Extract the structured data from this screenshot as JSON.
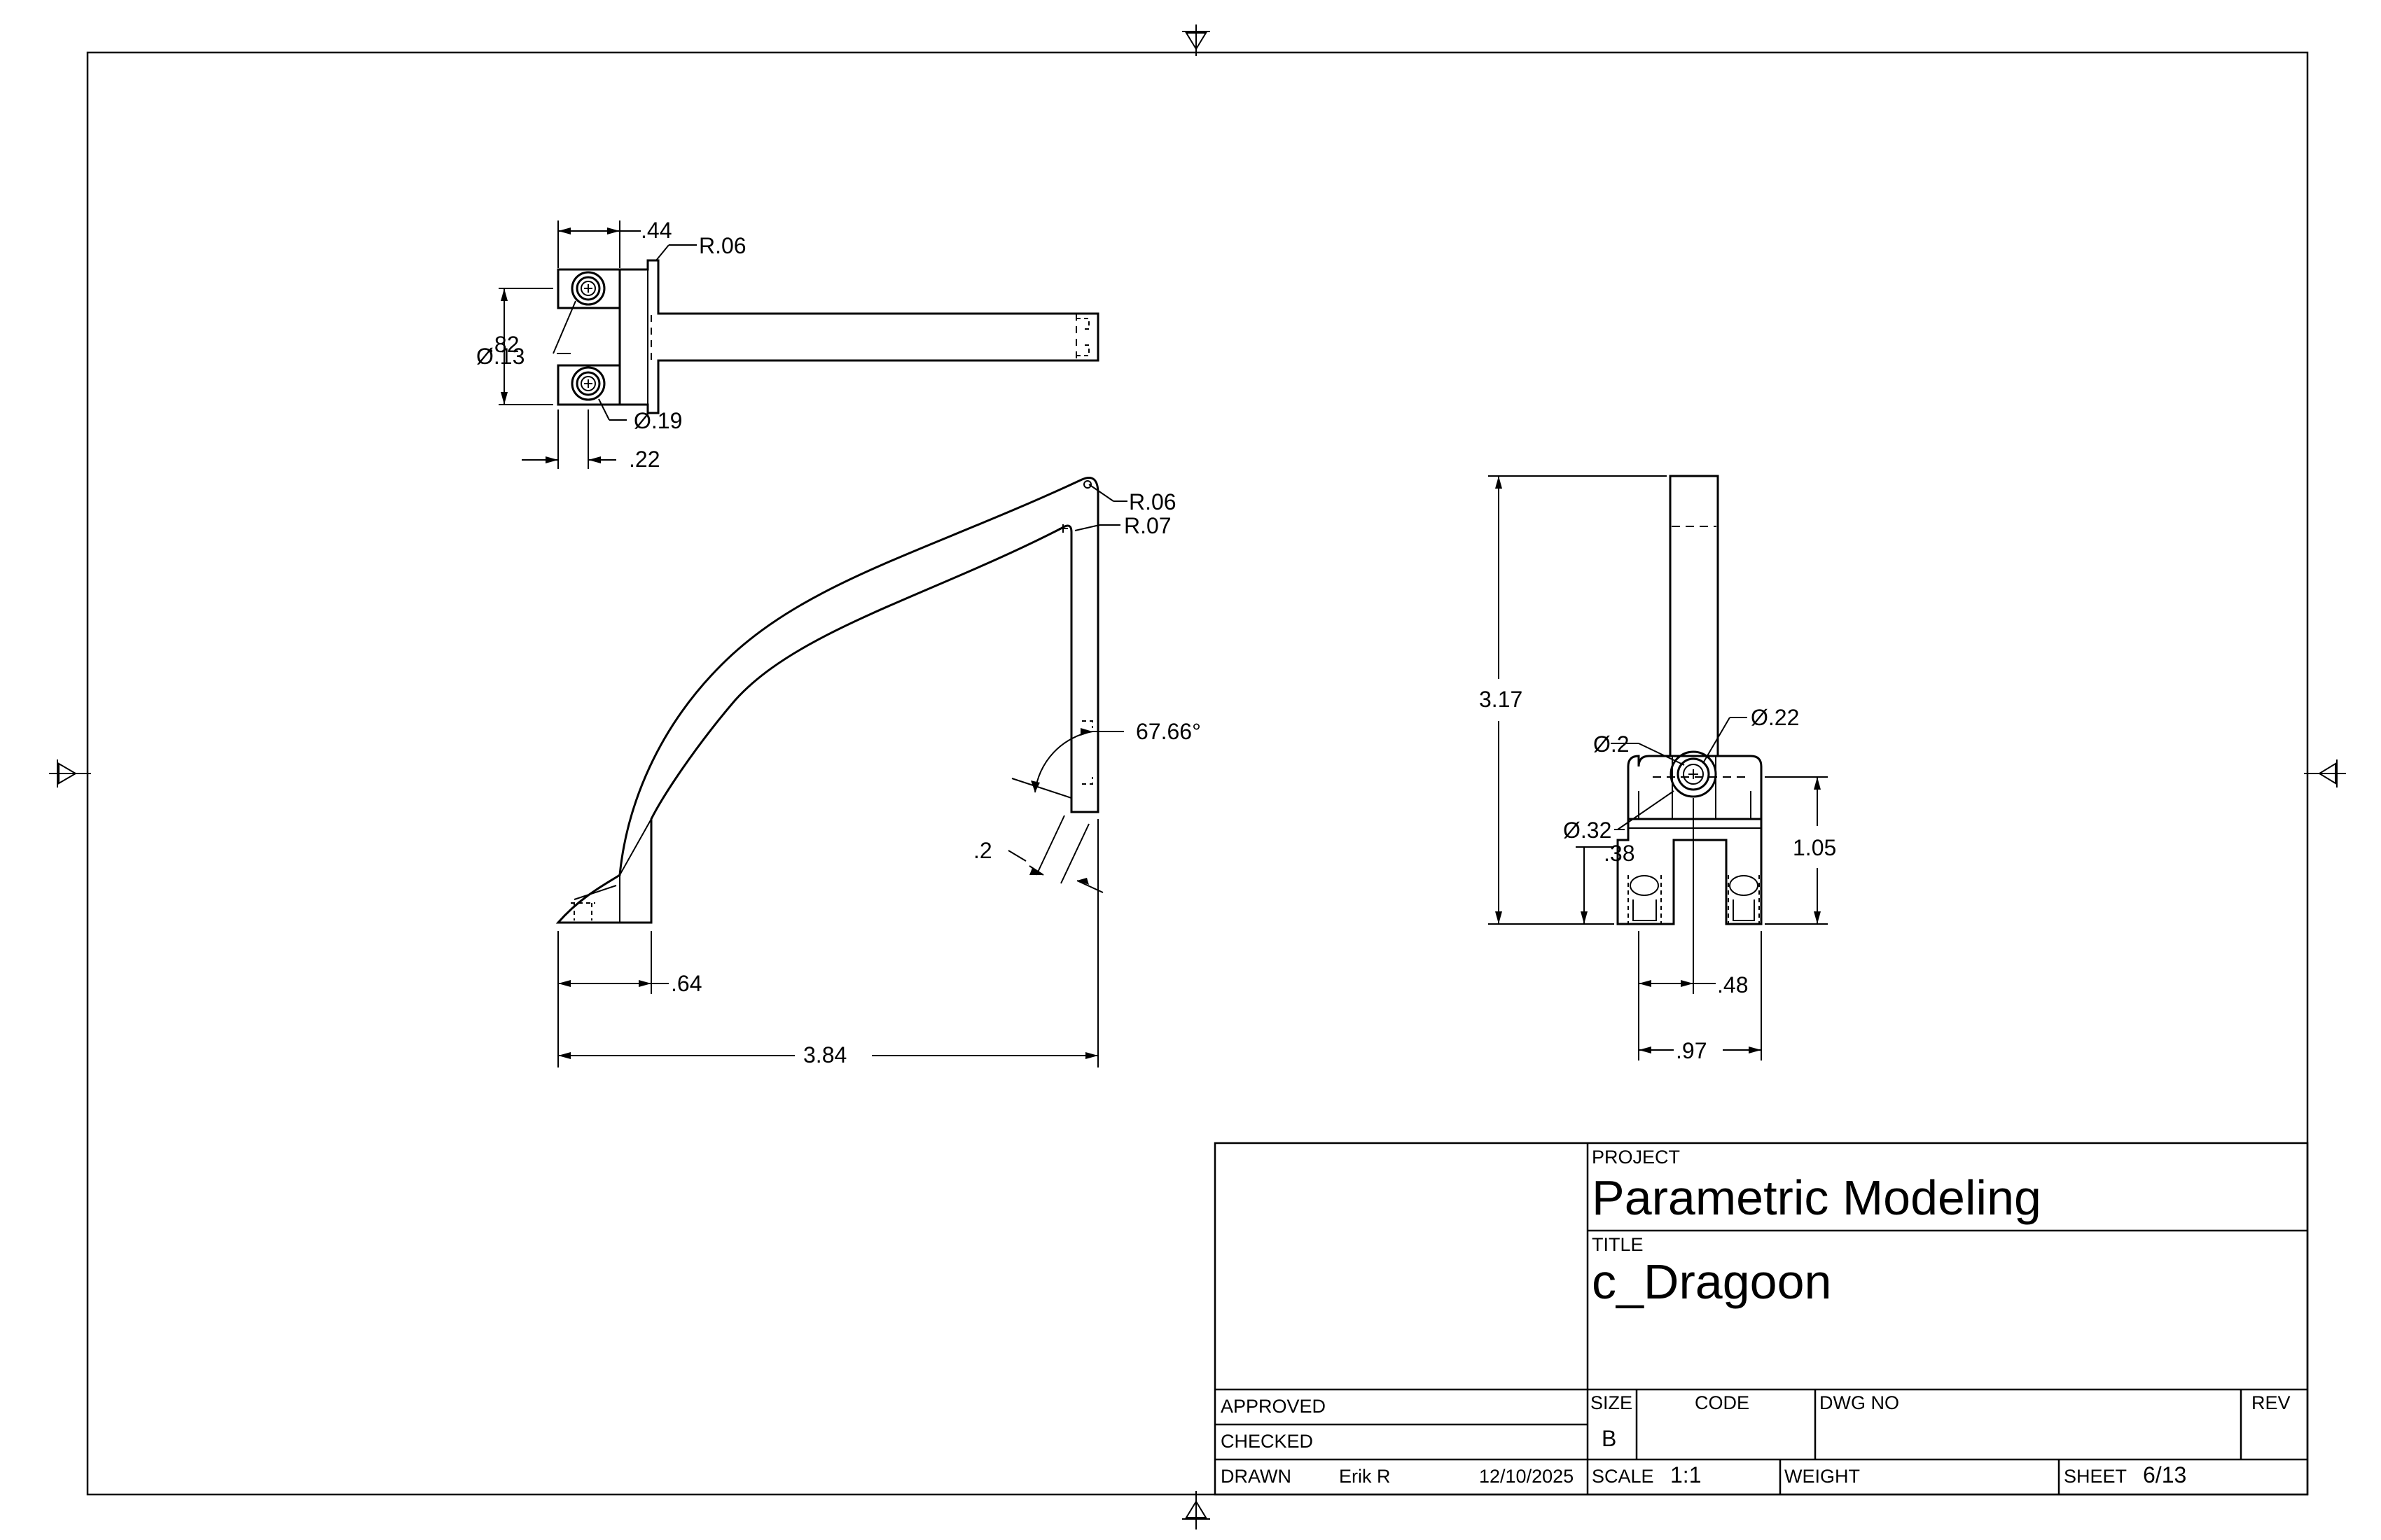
{
  "title_block": {
    "project_label": "PROJECT",
    "project": "Parametric Modeling",
    "title_label": "TITLE",
    "title": "c_Dragoon",
    "approved_label": "APPROVED",
    "checked_label": "CHECKED",
    "drawn_label": "DRAWN",
    "drawn_by": "Erik R",
    "drawn_date": "12/10/2025",
    "size_label": "SIZE",
    "size": "B",
    "code_label": "CODE",
    "dwg_no_label": "DWG NO",
    "rev_label": "REV",
    "scale_label": "SCALE",
    "scale": "1:1",
    "weight_label": "WEIGHT",
    "sheet_label": "SHEET",
    "sheet": "6/13"
  },
  "dimensions": {
    "top_view": {
      "width": ".44",
      "radius": "R.06",
      "height": ".82",
      "hole_small": "Ø.13",
      "hole": "Ø.19",
      "offset": ".22"
    },
    "front_view": {
      "radius_outer": "R.06",
      "radius_inner": "R.07",
      "angle": "67.66°",
      "thickness": ".2",
      "foot": ".64",
      "overall": "3.84"
    },
    "side_view": {
      "height": "3.17",
      "hole_inner": "Ø.2",
      "hole_outer": "Ø.22",
      "boss": "Ø.32",
      "slot": ".38",
      "base_height": "1.05",
      "half_width": ".48",
      "width": ".97"
    }
  },
  "colors": {
    "line": "#000000",
    "paper": "#ffffff"
  }
}
